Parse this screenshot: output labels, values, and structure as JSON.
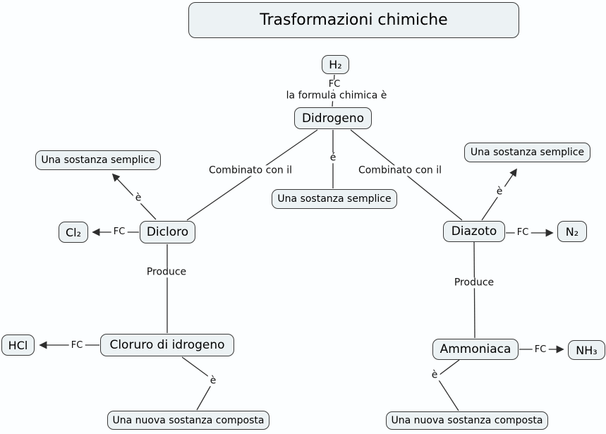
{
  "colors": {
    "background": "#fcfeff",
    "node_fill": "#ecf2f4",
    "node_border": "#3a3a3a",
    "line": "#2e2e2e"
  },
  "nodes": {
    "title": "Trasformazioni chimiche",
    "h2": "H₂",
    "didrogeno": "Didrogeno",
    "uss_left": "Una sostanza semplice",
    "uss_center": "Una sostanza semplice",
    "uss_right": "Una sostanza semplice",
    "cl2": "Cl₂",
    "dicloro": "Dicloro",
    "diazoto": "Diazoto",
    "n2": "N₂",
    "cloruro": "Cloruro di idrogeno",
    "hcl": "HCl",
    "ammoniaca": "Ammoniaca",
    "nh3": "NH₃",
    "unsc_left": "Una nuova sostanza composta",
    "unsc_right": "Una nuova sostanza composta"
  },
  "links": {
    "fc_top": "FC",
    "formula": "la formula chimica è",
    "combinato_left": "Combinato con il",
    "e_center": "é",
    "combinato_right": "Combinato con il",
    "e_up_left": "è",
    "e_up_right": "è",
    "fc_cl2": "FC",
    "fc_n2": "FC",
    "produce_left": "Produce",
    "produce_right": "Produce",
    "fc_hcl": "FC",
    "fc_nh3": "FC",
    "e_down_left": "è",
    "e_down_right": "è"
  }
}
